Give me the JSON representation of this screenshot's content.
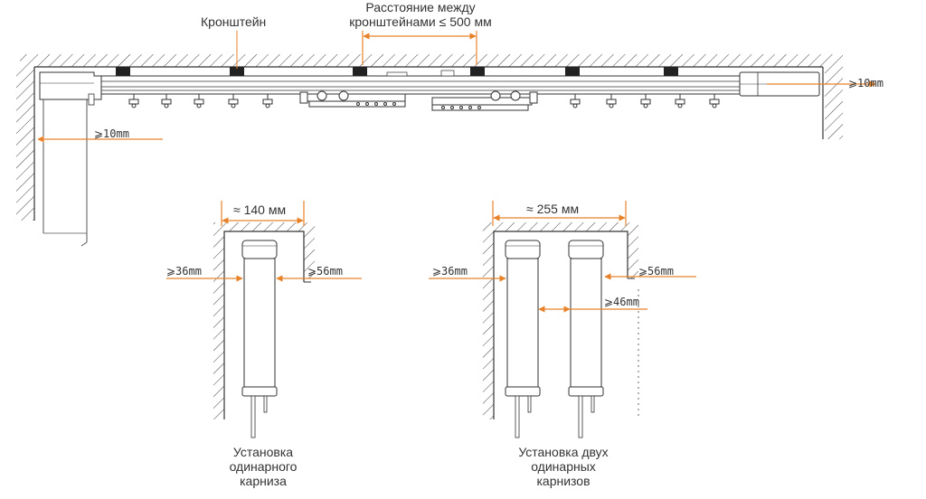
{
  "labels": {
    "bracket": "Кронштейн",
    "distance_line1": "Расстояние между",
    "distance_line2": "кронштейнами  ≤ 500 мм",
    "gap_top_right": "⩾10mm",
    "gap_left": "⩾10mm",
    "width_single": "≈ 140 мм",
    "width_double": "≈ 255 мм",
    "single_left_gap": "⩾36mm",
    "single_right_gap": "⩾56mm",
    "double_left_gap": "⩾36mm",
    "double_right_gap": "⩾56mm",
    "double_between_gap": "⩾46mm",
    "caption_single_1": "Установка",
    "caption_single_2": "одинарного",
    "caption_single_3": "карниза",
    "caption_double_1": "Установка двух",
    "caption_double_2": "одинарных",
    "caption_double_3": "карнизов"
  },
  "colors": {
    "dimension": "#E8822A",
    "line": "#333333",
    "bracket": "#222222"
  }
}
